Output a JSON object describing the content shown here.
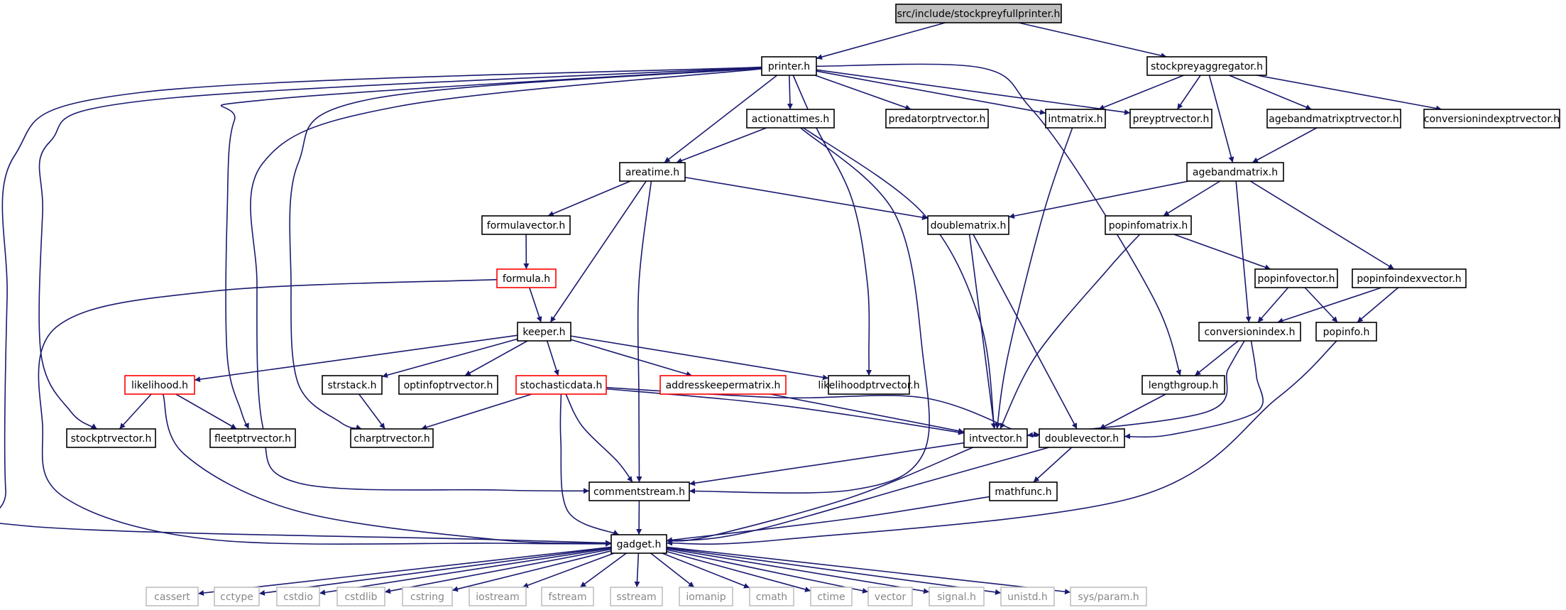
{
  "diagram": {
    "nodes": [
      {
        "id": "stockpreyfullprinter",
        "label": "src/include/stockpreyfullprinter.h",
        "kind": "root"
      },
      {
        "id": "printer",
        "label": "printer.h",
        "kind": "normal"
      },
      {
        "id": "stockpreyaggregator",
        "label": "stockpreyaggregator.h",
        "kind": "normal"
      },
      {
        "id": "actionattimes",
        "label": "actionattimes.h",
        "kind": "normal"
      },
      {
        "id": "predatorptrvector",
        "label": "predatorptrvector.h",
        "kind": "normal"
      },
      {
        "id": "intmatrix",
        "label": "intmatrix.h",
        "kind": "normal"
      },
      {
        "id": "preyptrvector",
        "label": "preyptrvector.h",
        "kind": "normal"
      },
      {
        "id": "agebandmatrixptrvector",
        "label": "agebandmatrixptrvector.h",
        "kind": "normal"
      },
      {
        "id": "conversionindexptrvector",
        "label": "conversionindexptrvector.h",
        "kind": "normal"
      },
      {
        "id": "areatime",
        "label": "areatime.h",
        "kind": "normal"
      },
      {
        "id": "agebandmatrix",
        "label": "agebandmatrix.h",
        "kind": "normal"
      },
      {
        "id": "formulavector",
        "label": "formulavector.h",
        "kind": "normal"
      },
      {
        "id": "doublematrix",
        "label": "doublematrix.h",
        "kind": "normal"
      },
      {
        "id": "popinfomatrix",
        "label": "popinfomatrix.h",
        "kind": "normal"
      },
      {
        "id": "formula",
        "label": "formula.h",
        "kind": "truncated"
      },
      {
        "id": "popinfovector",
        "label": "popinfovector.h",
        "kind": "normal"
      },
      {
        "id": "popinfoindexvector",
        "label": "popinfoindexvector.h",
        "kind": "normal"
      },
      {
        "id": "keeper",
        "label": "keeper.h",
        "kind": "normal"
      },
      {
        "id": "conversionindex",
        "label": "conversionindex.h",
        "kind": "normal"
      },
      {
        "id": "popinfo",
        "label": "popinfo.h",
        "kind": "normal"
      },
      {
        "id": "likelihood",
        "label": "likelihood.h",
        "kind": "truncated"
      },
      {
        "id": "strstack",
        "label": "strstack.h",
        "kind": "normal"
      },
      {
        "id": "optinfoptrvector",
        "label": "optinfoptrvector.h",
        "kind": "normal"
      },
      {
        "id": "stochasticdata",
        "label": "stochasticdata.h",
        "kind": "truncated"
      },
      {
        "id": "addresskeepermatrix",
        "label": "addresskeepermatrix.h",
        "kind": "truncated"
      },
      {
        "id": "likelihoodptrvector",
        "label": "likelihoodptrvector.h",
        "kind": "normal"
      },
      {
        "id": "lengthgroup",
        "label": "lengthgroup.h",
        "kind": "normal"
      },
      {
        "id": "stockptrvector",
        "label": "stockptrvector.h",
        "kind": "normal"
      },
      {
        "id": "fleetptrvector",
        "label": "fleetptrvector.h",
        "kind": "normal"
      },
      {
        "id": "charptrvector",
        "label": "charptrvector.h",
        "kind": "normal"
      },
      {
        "id": "intvector",
        "label": "intvector.h",
        "kind": "normal"
      },
      {
        "id": "doublevector",
        "label": "doublevector.h",
        "kind": "normal"
      },
      {
        "id": "commentstream",
        "label": "commentstream.h",
        "kind": "normal"
      },
      {
        "id": "mathfunc",
        "label": "mathfunc.h",
        "kind": "normal"
      },
      {
        "id": "gadget",
        "label": "gadget.h",
        "kind": "normal"
      },
      {
        "id": "cassert",
        "label": "cassert",
        "kind": "system"
      },
      {
        "id": "cctype",
        "label": "cctype",
        "kind": "system"
      },
      {
        "id": "cstdio",
        "label": "cstdio",
        "kind": "system"
      },
      {
        "id": "cstdlib",
        "label": "cstdlib",
        "kind": "system"
      },
      {
        "id": "cstring",
        "label": "cstring",
        "kind": "system"
      },
      {
        "id": "iostream",
        "label": "iostream",
        "kind": "system"
      },
      {
        "id": "fstream",
        "label": "fstream",
        "kind": "system"
      },
      {
        "id": "sstream",
        "label": "sstream",
        "kind": "system"
      },
      {
        "id": "iomanip",
        "label": "iomanip",
        "kind": "system"
      },
      {
        "id": "cmath",
        "label": "cmath",
        "kind": "system"
      },
      {
        "id": "ctime",
        "label": "ctime",
        "kind": "system"
      },
      {
        "id": "vector",
        "label": "vector",
        "kind": "system"
      },
      {
        "id": "signal",
        "label": "signal.h",
        "kind": "system"
      },
      {
        "id": "unistd",
        "label": "unistd.h",
        "kind": "system"
      },
      {
        "id": "sysparam",
        "label": "sys/param.h",
        "kind": "system"
      }
    ],
    "edges": [
      [
        "stockpreyfullprinter",
        "printer"
      ],
      [
        "stockpreyfullprinter",
        "stockpreyaggregator"
      ],
      [
        "printer",
        "actionattimes"
      ],
      [
        "printer",
        "predatorptrvector"
      ],
      [
        "printer",
        "intmatrix"
      ],
      [
        "printer",
        "preyptrvector"
      ],
      [
        "printer",
        "areatime"
      ],
      [
        "printer",
        "likelihoodptrvector"
      ],
      [
        "printer",
        "lengthgroup"
      ],
      [
        "printer",
        "stockptrvector"
      ],
      [
        "printer",
        "fleetptrvector"
      ],
      [
        "printer",
        "charptrvector"
      ],
      [
        "printer",
        "commentstream"
      ],
      [
        "printer",
        "gadget"
      ],
      [
        "stockpreyaggregator",
        "intmatrix"
      ],
      [
        "stockpreyaggregator",
        "preyptrvector"
      ],
      [
        "stockpreyaggregator",
        "agebandmatrixptrvector"
      ],
      [
        "stockpreyaggregator",
        "conversionindexptrvector"
      ],
      [
        "stockpreyaggregator",
        "agebandmatrix"
      ],
      [
        "actionattimes",
        "areatime"
      ],
      [
        "actionattimes",
        "intvector"
      ],
      [
        "actionattimes",
        "commentstream"
      ],
      [
        "intmatrix",
        "intvector"
      ],
      [
        "agebandmatrixptrvector",
        "agebandmatrix"
      ],
      [
        "areatime",
        "formulavector"
      ],
      [
        "areatime",
        "doublematrix"
      ],
      [
        "areatime",
        "keeper"
      ],
      [
        "areatime",
        "commentstream"
      ],
      [
        "agebandmatrix",
        "doublematrix"
      ],
      [
        "agebandmatrix",
        "popinfomatrix"
      ],
      [
        "agebandmatrix",
        "popinfoindexvector"
      ],
      [
        "agebandmatrix",
        "conversionindex"
      ],
      [
        "formulavector",
        "formula"
      ],
      [
        "doublematrix",
        "intvector"
      ],
      [
        "doublematrix",
        "doublevector"
      ],
      [
        "popinfomatrix",
        "popinfovector"
      ],
      [
        "popinfomatrix",
        "intvector"
      ],
      [
        "formula",
        "keeper"
      ],
      [
        "formula",
        "gadget"
      ],
      [
        "popinfovector",
        "conversionindex"
      ],
      [
        "popinfovector",
        "popinfo"
      ],
      [
        "popinfoindexvector",
        "conversionindex"
      ],
      [
        "popinfoindexvector",
        "popinfo"
      ],
      [
        "keeper",
        "likelihood"
      ],
      [
        "keeper",
        "strstack"
      ],
      [
        "keeper",
        "optinfoptrvector"
      ],
      [
        "keeper",
        "stochasticdata"
      ],
      [
        "keeper",
        "addresskeepermatrix"
      ],
      [
        "keeper",
        "likelihoodptrvector"
      ],
      [
        "conversionindex",
        "lengthgroup"
      ],
      [
        "conversionindex",
        "intvector"
      ],
      [
        "conversionindex",
        "doublevector"
      ],
      [
        "popinfo",
        "gadget"
      ],
      [
        "likelihood",
        "stockptrvector"
      ],
      [
        "likelihood",
        "fleetptrvector"
      ],
      [
        "likelihood",
        "gadget"
      ],
      [
        "strstack",
        "charptrvector"
      ],
      [
        "stochasticdata",
        "charptrvector"
      ],
      [
        "stochasticdata",
        "intvector"
      ],
      [
        "stochasticdata",
        "doublevector"
      ],
      [
        "stochasticdata",
        "commentstream"
      ],
      [
        "stochasticdata",
        "gadget"
      ],
      [
        "addresskeepermatrix",
        "intvector"
      ],
      [
        "lengthgroup",
        "doublevector"
      ],
      [
        "intvector",
        "commentstream"
      ],
      [
        "intvector",
        "gadget"
      ],
      [
        "doublevector",
        "mathfunc"
      ],
      [
        "doublevector",
        "gadget"
      ],
      [
        "commentstream",
        "gadget"
      ],
      [
        "mathfunc",
        "gadget"
      ],
      [
        "gadget",
        "cassert"
      ],
      [
        "gadget",
        "cctype"
      ],
      [
        "gadget",
        "cstdio"
      ],
      [
        "gadget",
        "cstdlib"
      ],
      [
        "gadget",
        "cstring"
      ],
      [
        "gadget",
        "iostream"
      ],
      [
        "gadget",
        "fstream"
      ],
      [
        "gadget",
        "sstream"
      ],
      [
        "gadget",
        "iomanip"
      ],
      [
        "gadget",
        "cmath"
      ],
      [
        "gadget",
        "ctime"
      ],
      [
        "gadget",
        "vector"
      ],
      [
        "gadget",
        "signal"
      ],
      [
        "gadget",
        "unistd"
      ],
      [
        "gadget",
        "sysparam"
      ]
    ],
    "colors": {
      "edge": "#191970",
      "root_fill": "#bfbfbf",
      "node_fill": "#ffffff",
      "node_border": "#000000",
      "truncated_border": "#ff0000",
      "system_border": "#bfbfbf",
      "system_text": "#888888"
    }
  }
}
